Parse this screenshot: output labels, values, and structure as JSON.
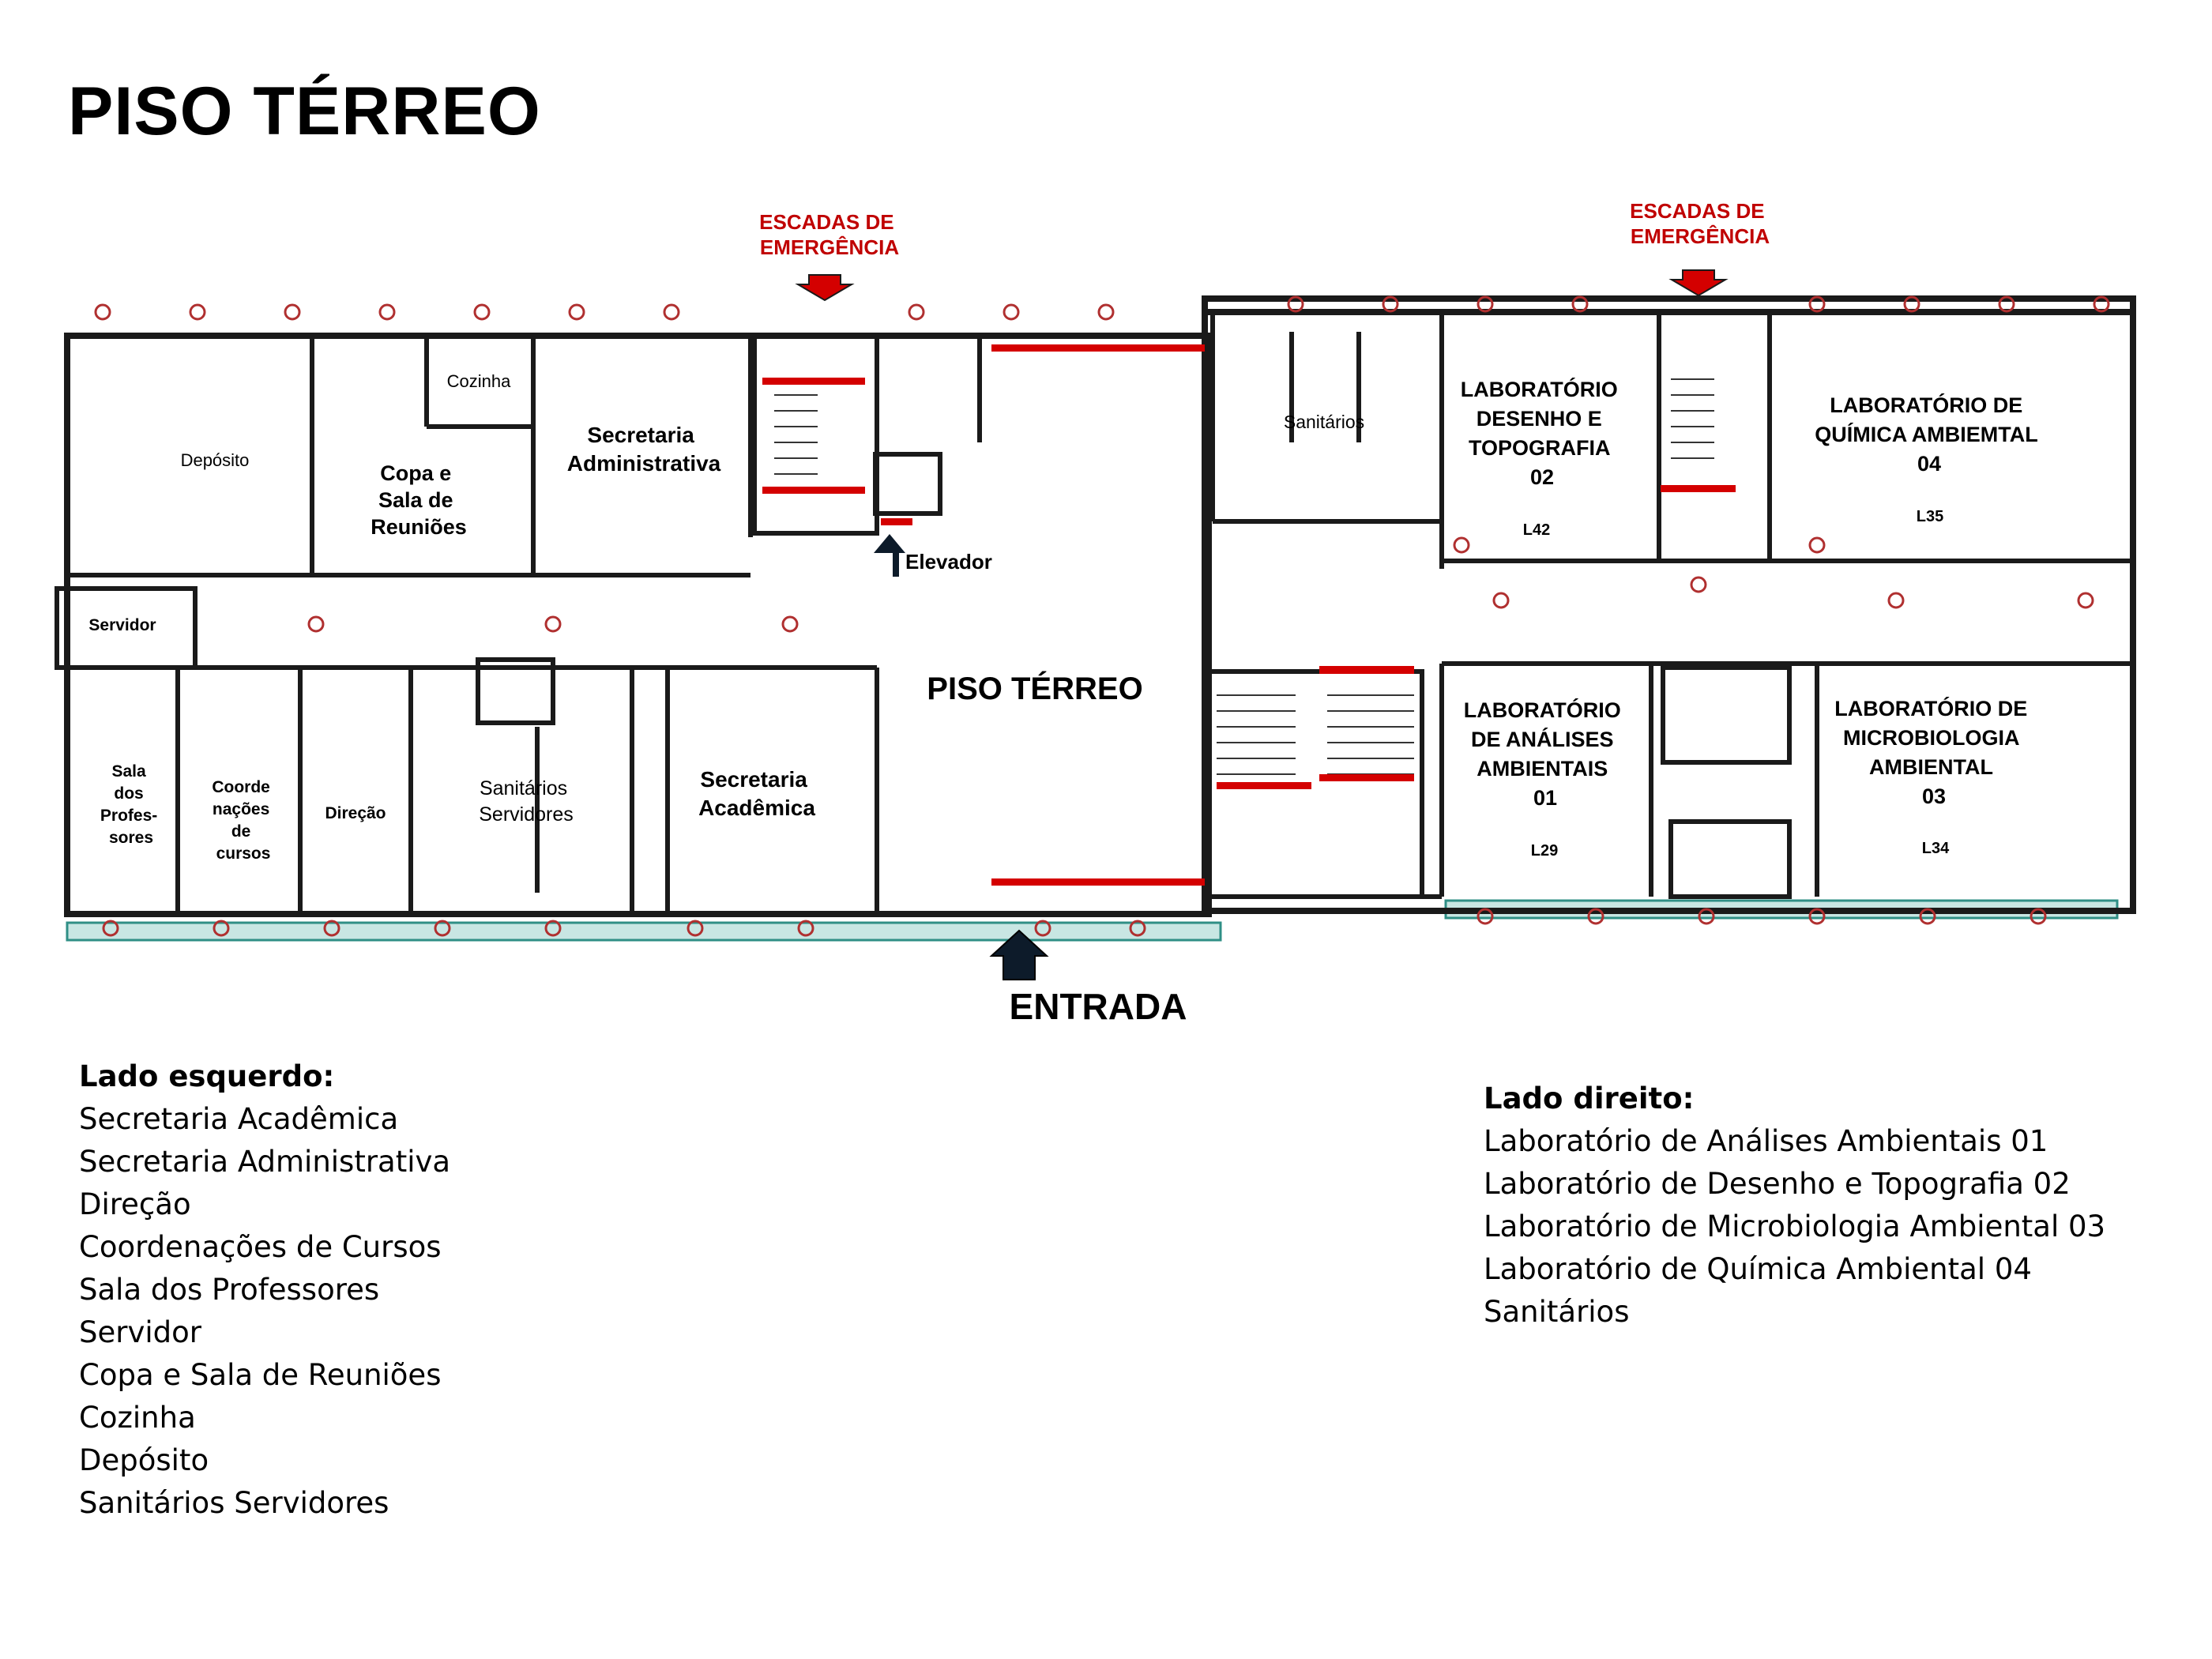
{
  "page_title": "PISO TÉRREO",
  "plan": {
    "center_title": "PISO TÉRREO",
    "entrance_label": "ENTRADA",
    "elevator_label": "Elevador",
    "emergency_left": [
      "ESCADAS DE",
      "EMERGÊNCIA"
    ],
    "emergency_right": [
      "ESCADAS DE",
      "EMERGÊNCIA"
    ],
    "rooms": {
      "deposito": [
        "Depósito"
      ],
      "cozinha": [
        "Cozinha"
      ],
      "copa": [
        "Copa e",
        "Sala de",
        "Reuniões"
      ],
      "sec_adm": [
        "Secretaria",
        "Administrativa"
      ],
      "servidor": [
        "Servidor"
      ],
      "sala_prof": [
        "Sala",
        "dos",
        "Profes-",
        "sores"
      ],
      "coord": [
        "Coorde",
        "nações",
        "de",
        "cursos"
      ],
      "direcao": [
        "Direção"
      ],
      "sanit_serv": [
        "Sanitários",
        "Servidores"
      ],
      "sec_acad": [
        "Secretaria",
        "Acadêmica"
      ],
      "sanitarios": [
        "Sanitários"
      ],
      "lab_desenho": [
        "LABORATÓRIO",
        "DESENHO E",
        "TOPOGRAFIA",
        "02"
      ],
      "lab_quimica": [
        "LABORATÓRIO DE",
        "QUÍMICA AMBIEMTAL",
        "04"
      ],
      "lab_analises": [
        "LABORATÓRIO",
        "DE ANÁLISES",
        "AMBIENTAIS",
        "01"
      ],
      "lab_micro": [
        "LABORATÓRIO DE",
        "MICROBIOLOGIA",
        "AMBIENTAL",
        "03"
      ]
    },
    "room_codes": {
      "l42": "L42",
      "l35": "L35",
      "l29": "L29",
      "l34": "L34"
    },
    "colors": {
      "wall": "#1a1a1a",
      "accent": "#d40000",
      "circle": "#b03030",
      "facade": "#2f8f86"
    }
  },
  "legend_left": {
    "title": "Lado esquerdo:",
    "items": [
      "Secretaria Acadêmica",
      "Secretaria Administrativa",
      "Direção",
      "Coordenações de Cursos",
      "Sala dos Professores",
      "Servidor",
      "Copa e Sala de Reuniões",
      "Cozinha",
      "Depósito",
      "Sanitários Servidores"
    ]
  },
  "legend_right": {
    "title": "Lado direito:",
    "items": [
      "Laboratório de Análises Ambientais 01",
      "Laboratório de Desenho e Topografia  02",
      "Laboratório de Microbiologia Ambiental  03",
      "Laboratório de Química Ambiental   04",
      "Sanitários"
    ]
  }
}
